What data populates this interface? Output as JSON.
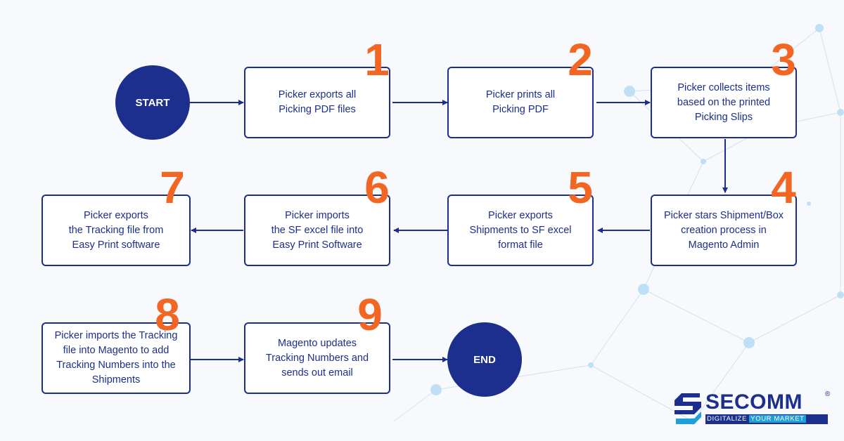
{
  "colors": {
    "primary": "#1c2f8c",
    "accent": "#f26522",
    "network": "#a9d4ee"
  },
  "start": {
    "label": "START"
  },
  "end": {
    "label": "END"
  },
  "steps": [
    {
      "num": "1",
      "text": "Picker exports all\nPicking PDF files"
    },
    {
      "num": "2",
      "text": "Picker prints all\nPicking PDF"
    },
    {
      "num": "3",
      "text": "Picker collects items\nbased on the printed\nPicking Slips"
    },
    {
      "num": "4",
      "text": "Picker stars Shipment/Box\ncreation process in\nMagento Admin"
    },
    {
      "num": "5",
      "text": "Picker exports\nShipments to SF excel\nformat file"
    },
    {
      "num": "6",
      "text": "Picker imports\nthe SF excel file into\nEasy Print Software"
    },
    {
      "num": "7",
      "text": "Picker exports\nthe Tracking file from\nEasy Print software"
    },
    {
      "num": "8",
      "text": "Picker imports the Tracking\nfile into Magento to add\nTracking Numbers into the\nShipments"
    },
    {
      "num": "9",
      "text": "Magento updates\nTracking Numbers and\nsends out email"
    }
  ],
  "logo": {
    "name": "SECOMM",
    "registered": "®",
    "tagline_left": "DIGITALIZE",
    "tagline_right": "YOUR MARKET",
    "icon": "secomm-s-logo-icon"
  }
}
